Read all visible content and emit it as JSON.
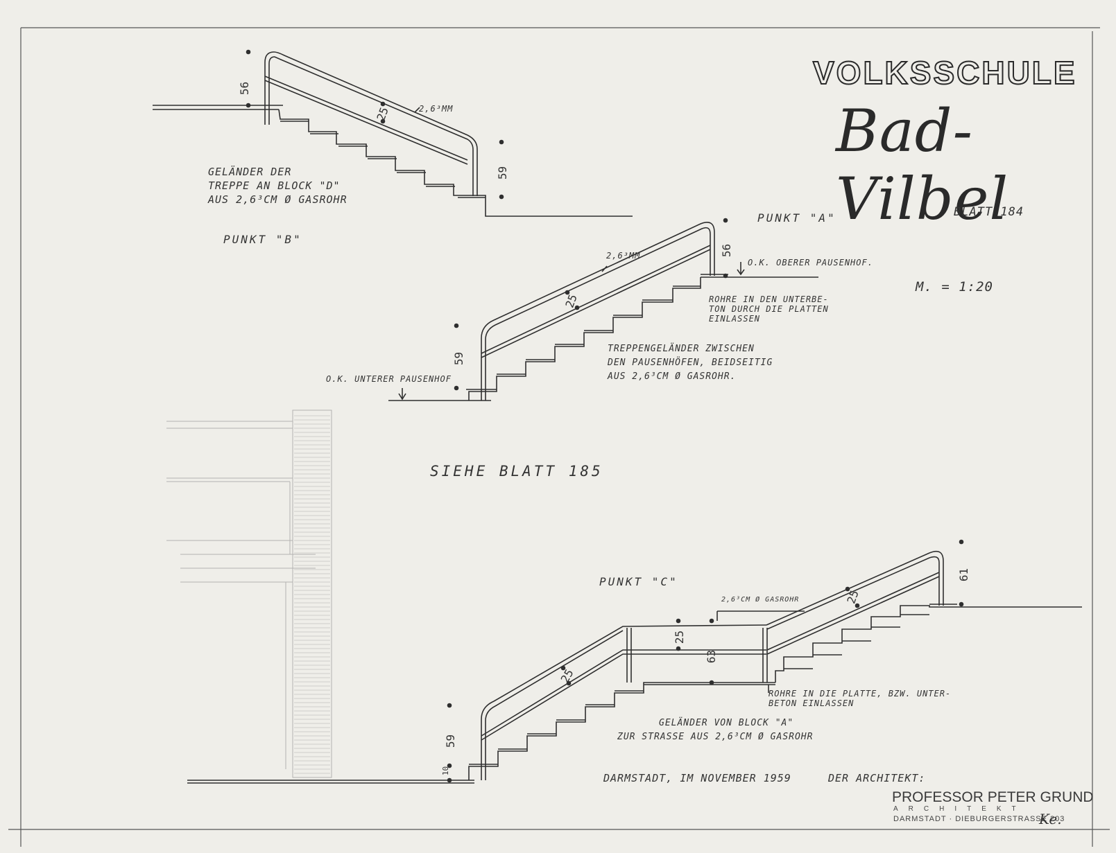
{
  "title": {
    "school": "VOLKSSCHULE",
    "town": "Bad-Vilbel"
  },
  "sheet": {
    "blatt": "BLATT 184",
    "scale": "M. = 1:20",
    "see_other": "SIEHE BLATT 185"
  },
  "point_b": {
    "name": "PUNKT \"B\"",
    "note": [
      "GELÄNDER DER",
      "TREPPE AN BLOCK \"D\"",
      "AUS 2,6³CM Ø GASROHR"
    ],
    "dims": {
      "height_top": "56",
      "rail_gap": "25",
      "pipe": "2,6³MM",
      "height_bottom": "59"
    }
  },
  "point_a": {
    "name": "PUNKT \"A\"",
    "upper_level": "O.K. OBERER PAUSENHOF.",
    "lower_level": "O.K. UNTERER PAUSENHOF",
    "embed_note": [
      "ROHRE IN DEN UNTERBE-",
      "TON DURCH DIE PLATTEN",
      "EINLASSEN"
    ],
    "rail_note": [
      "TREPPENGELÄNDER ZWISCHEN",
      "DEN PAUSENHÖFEN, BEIDSEITIG",
      "AUS 2,6³CM Ø GASROHR."
    ],
    "dims": {
      "height_top": "56",
      "rail_gap": "25",
      "pipe": "2,6³MM",
      "height_bottom": "59"
    }
  },
  "point_c": {
    "name": "PUNKT \"C\"",
    "pipe_label": "2,6³CM Ø GASROHR",
    "embed_note": [
      "ROHRE IN DIE PLATTE, BZW. UNTER-",
      "BETON EINLASSEN"
    ],
    "rail_note": [
      "GELÄNDER VON BLOCK \"A\"",
      "ZUR STRASSE AUS 2,6³CM Ø GASROHR"
    ],
    "dims": {
      "height_right": "61",
      "gap_right": "25",
      "gap_landing": "25",
      "height_landing": "63",
      "gap_left": "25",
      "height_left": "59",
      "small_left": "10"
    }
  },
  "footer": {
    "place_date": "DARMSTADT, IM NOVEMBER 1959",
    "architect_label": "DER ARCHITEKT:",
    "stamp_name": "PROFESSOR PETER GRUND",
    "stamp_role": "ARCHITEKT",
    "stamp_address": "DARMSTADT · DIEBURGERSTRASSE 203",
    "initials": "Ke."
  }
}
